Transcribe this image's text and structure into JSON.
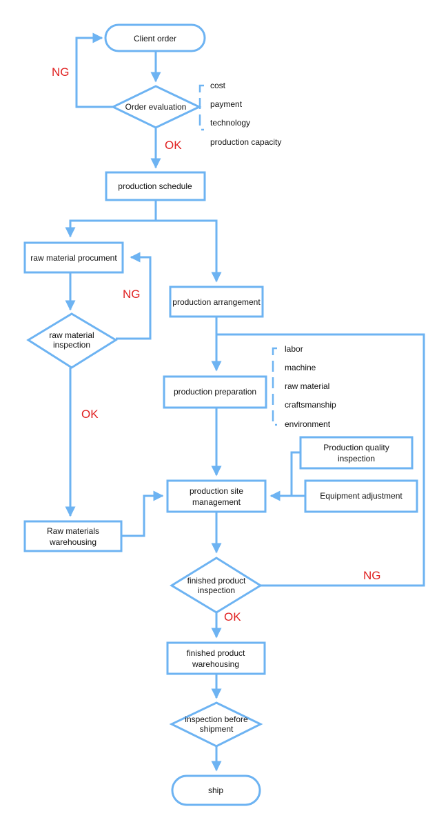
{
  "colors": {
    "shape_stroke": "#6db3f2",
    "result_mark": "#e02020",
    "text": "#111111"
  },
  "nodes": {
    "client_order": "Client order",
    "order_evaluation": "Order evaluation",
    "production_schedule": "production schedule",
    "raw_material_procurement": "raw material procument",
    "raw_material_inspection_line1": "raw material",
    "raw_material_inspection_line2": "inspection",
    "production_arrangement": "production arrangement",
    "production_preparation": "production preparation",
    "raw_materials_warehousing_line1": "Raw materials",
    "raw_materials_warehousing_line2": "warehousing",
    "production_site_management_line1": "production site",
    "production_site_management_line2": "management",
    "production_quality_inspection_line1": "Production quality",
    "production_quality_inspection_line2": "inspection",
    "equipment_adjustment": "Equipment adjustment",
    "finished_product_inspection_line1": "finished product",
    "finished_product_inspection_line2": "inspection",
    "finished_product_warehousing_line1": "finished product",
    "finished_product_warehousing_line2": "warehousing",
    "inspection_before_shipment_line1": "inspection before",
    "inspection_before_shipment_line2": "shipment",
    "ship": "ship"
  },
  "evaluation_criteria": [
    "cost",
    "payment",
    "technology",
    "production capacity"
  ],
  "preparation_factors": [
    "labor",
    "machine",
    "raw material",
    "craftsmanship",
    "environment"
  ],
  "marks": {
    "order_ng": "NG",
    "order_ok": "OK",
    "raw_ng": "NG",
    "raw_ok": "OK",
    "finished_ng": "NG",
    "finished_ok": "OK"
  }
}
